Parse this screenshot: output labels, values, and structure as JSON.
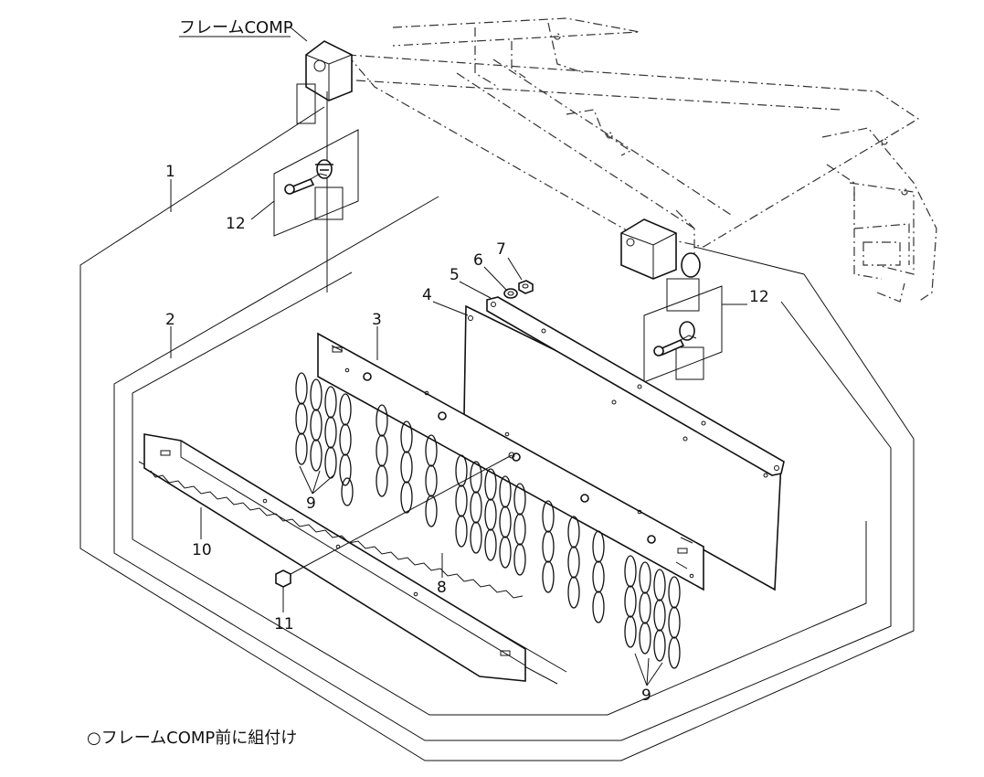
{
  "title_label": "フレームCOMP",
  "note": "○フレームCOMP前に組付け",
  "callouts": {
    "c1": "1",
    "c2": "2",
    "c3": "3",
    "c4": "4",
    "c5": "5",
    "c6": "6",
    "c7": "7",
    "c8": "8",
    "c9a": "9",
    "c9b": "9",
    "c10": "10",
    "c11": "11",
    "c12a": "12",
    "c12b": "12"
  }
}
